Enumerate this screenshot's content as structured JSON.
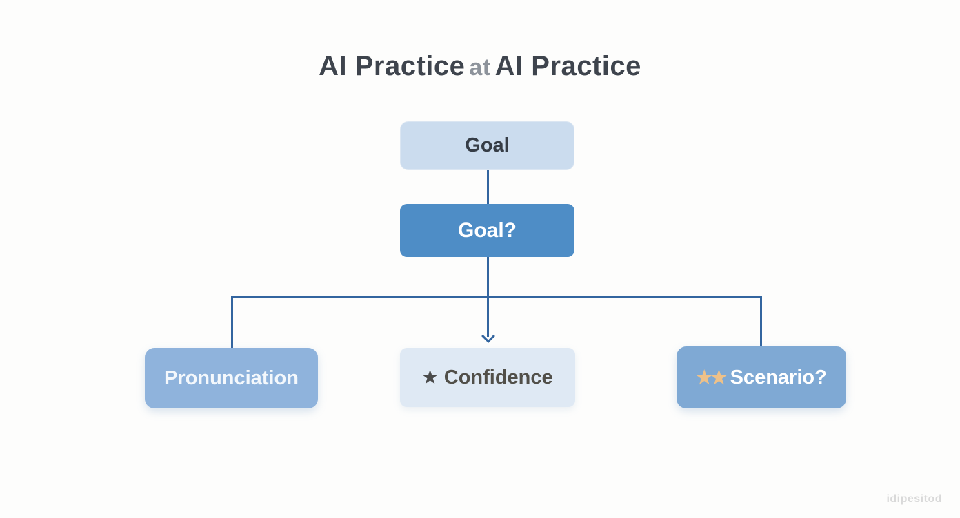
{
  "title": {
    "lead": "AI Practice",
    "middle": "at",
    "tail": "AI Practice"
  },
  "diagram": {
    "type": "flowchart",
    "goal": {
      "label": "Goal"
    },
    "goal_question": {
      "label": "Goal?"
    },
    "pronunciation": {
      "label": "Pronunciation"
    },
    "confidence": {
      "label": "Confidence",
      "stars": "★"
    },
    "scenario": {
      "label": "Scenario?",
      "stars": "★★"
    }
  },
  "watermark": "idipesitod",
  "colors": {
    "node_goal": "#cbdcee",
    "node_goal_question": "#4e8dc6",
    "node_pronunciation": "#8fb3dc",
    "node_confidence": "#dfe9f4",
    "node_scenario": "#7fa9d4",
    "connector": "#33659f",
    "star_dark": "#4a4a4a",
    "star_orange": "#eec189",
    "title_dark": "#3e444d",
    "title_muted": "#8d939b",
    "watermark": "#d9d9d9"
  }
}
